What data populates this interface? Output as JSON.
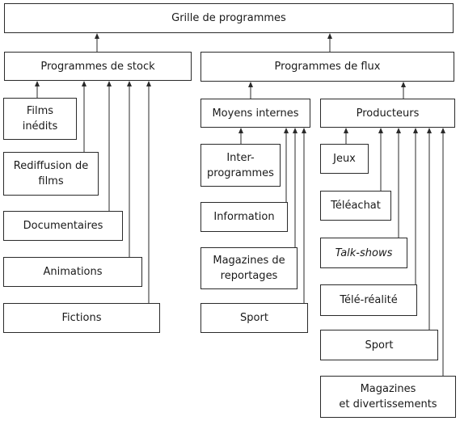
{
  "root": {
    "label": "Grille de programmes"
  },
  "stock": {
    "label": "Programmes de stock",
    "items": [
      "Films\ninédits",
      "Rediffusion de\nfilms",
      "Documentaires",
      "Animations",
      "Fictions"
    ]
  },
  "flux": {
    "label": "Programmes de flux",
    "internal": {
      "label": "Moyens internes",
      "items": [
        "Inter-\nprogrammes",
        "Information",
        "Magazines de\nreportages",
        "Sport"
      ]
    },
    "producers": {
      "label": "Producteurs",
      "items": [
        "Jeux",
        "Téléachat",
        "Talk-shows",
        "Télé-réalité",
        "Sport",
        "Magazines\net divertissements"
      ]
    }
  }
}
